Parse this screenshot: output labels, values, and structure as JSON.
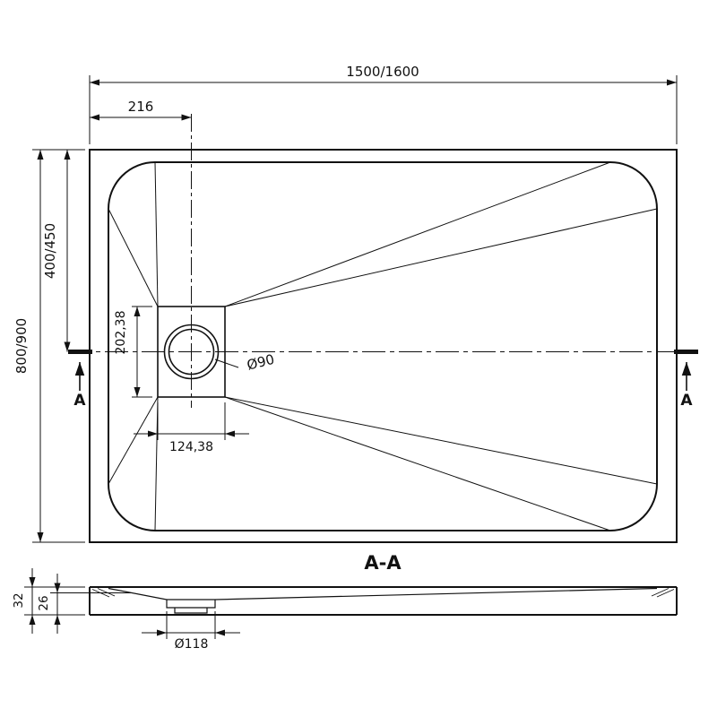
{
  "top_view": {
    "width_label": "1500/1600",
    "drain_offset_label": "216",
    "height_label": "800/900",
    "half_height_label": "400/450",
    "drain_plate_height_label": "202,38",
    "drain_plate_width_label": "124,38",
    "drain_diameter_label": "Ø90",
    "section_marker_left": "A",
    "section_marker_right": "A"
  },
  "section_view": {
    "title": "A-A",
    "edge_thickness_label": "32",
    "min_thickness_label": "26",
    "drain_hole_label": "Ø118"
  },
  "colors": {
    "line": "#111111",
    "background": "#ffffff"
  }
}
